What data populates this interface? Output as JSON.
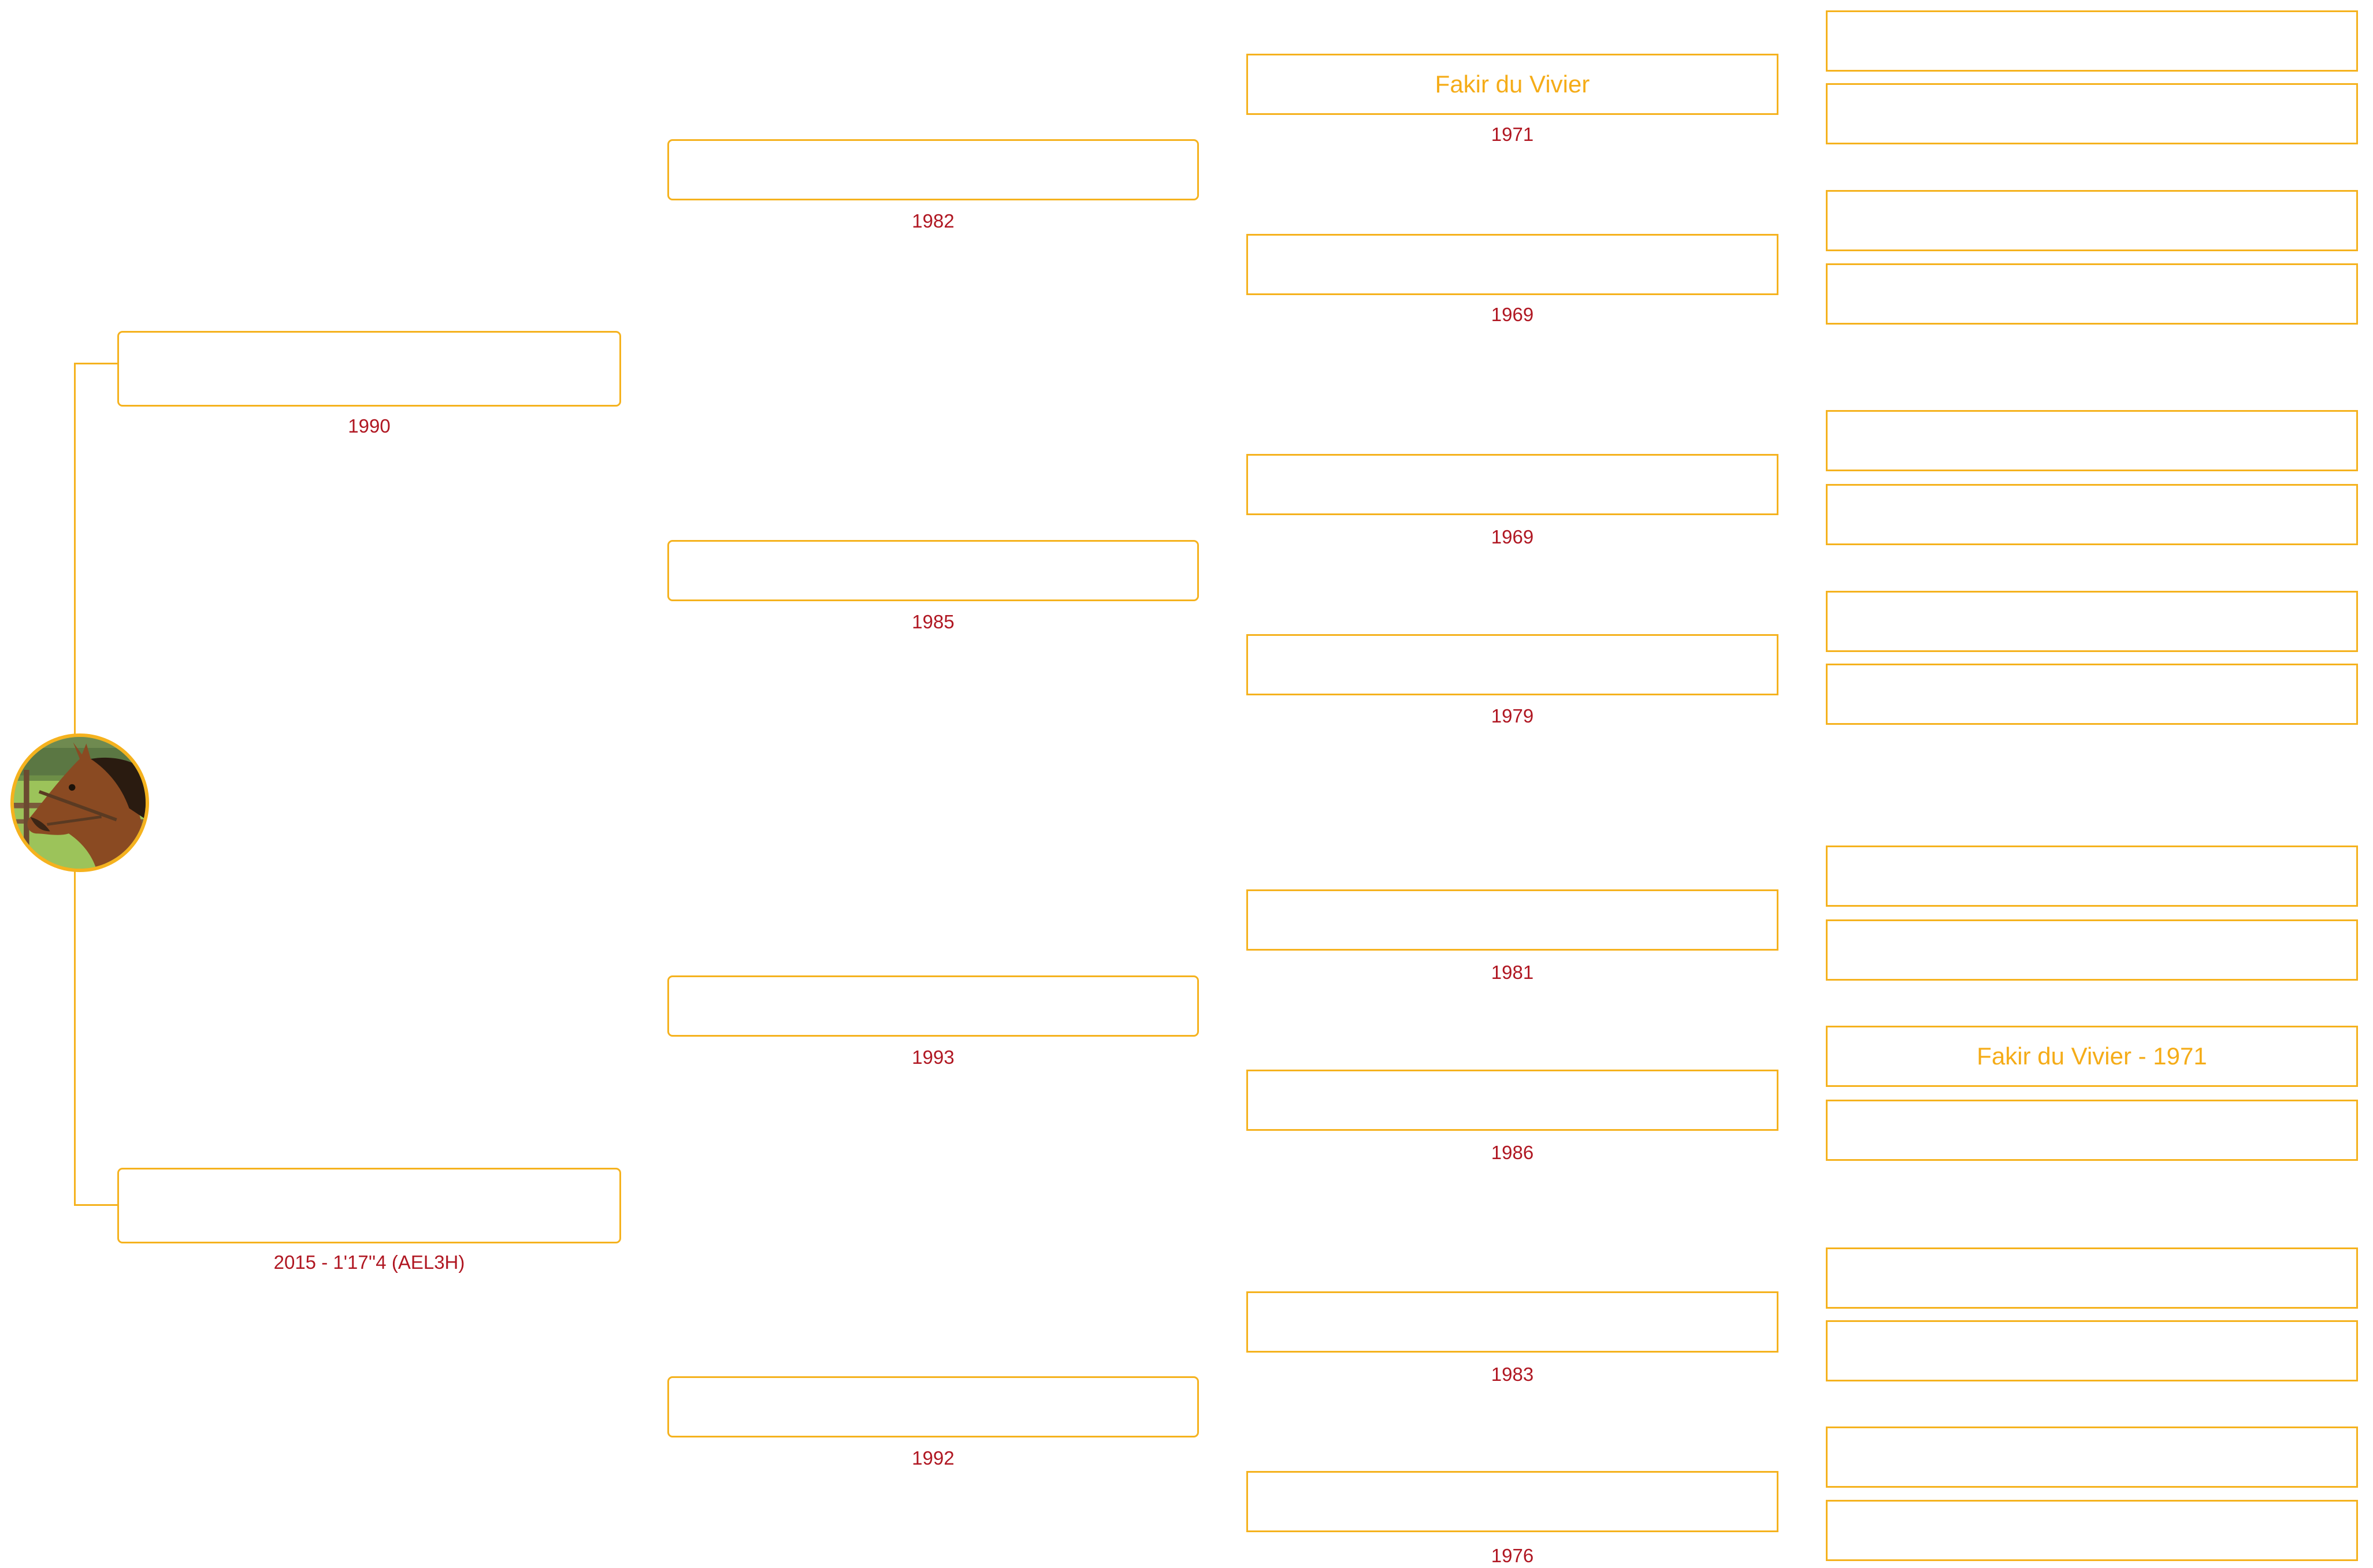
{
  "colors": {
    "accent": "#f5b21e",
    "name_text": "#f5ac18",
    "year_text": "#b01722",
    "background": "#ffffff"
  },
  "subject": {
    "photo": "horse-head-photo"
  },
  "generations": [
    {
      "level": 1,
      "nodes": [
        {
          "name": "",
          "year": "1990"
        },
        {
          "name": "",
          "year": "2015 - 1'17''4 (AEL3H)"
        }
      ]
    },
    {
      "level": 2,
      "nodes": [
        {
          "name": "",
          "year": "1982"
        },
        {
          "name": "",
          "year": "1985"
        },
        {
          "name": "",
          "year": "1993"
        },
        {
          "name": "",
          "year": "1992"
        }
      ]
    },
    {
      "level": 3,
      "nodes": [
        {
          "name": "Fakir du Vivier",
          "year": "1971"
        },
        {
          "name": "",
          "year": "1969"
        },
        {
          "name": "",
          "year": "1969"
        },
        {
          "name": "",
          "year": "1979"
        },
        {
          "name": "",
          "year": "1981"
        },
        {
          "name": "",
          "year": "1986"
        },
        {
          "name": "",
          "year": "1983"
        },
        {
          "name": "",
          "year": "1976"
        }
      ]
    },
    {
      "level": 4,
      "nodes": [
        {
          "name": ""
        },
        {
          "name": ""
        },
        {
          "name": ""
        },
        {
          "name": ""
        },
        {
          "name": ""
        },
        {
          "name": ""
        },
        {
          "name": ""
        },
        {
          "name": ""
        },
        {
          "name": ""
        },
        {
          "name": ""
        },
        {
          "name": "Fakir du Vivier - 1971"
        },
        {
          "name": ""
        },
        {
          "name": ""
        },
        {
          "name": ""
        },
        {
          "name": ""
        },
        {
          "name": ""
        }
      ]
    }
  ]
}
